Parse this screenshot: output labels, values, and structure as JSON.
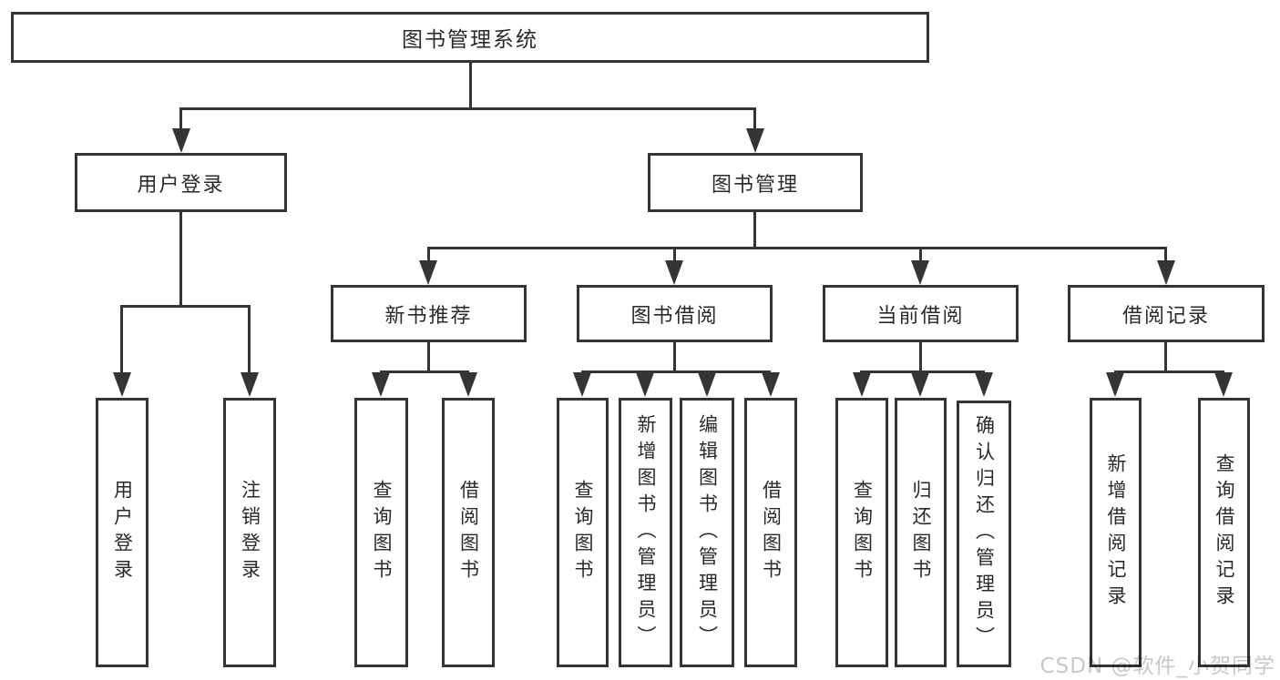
{
  "nodes": {
    "root": "图书管理系统",
    "l2": [
      "用户登录",
      "图书管理"
    ],
    "l3": [
      "新书推荐",
      "图书借阅",
      "当前借阅",
      "借阅记录"
    ],
    "l4_login": [
      "用户登录",
      "注销登录"
    ],
    "l4_recommend": [
      "查询图书",
      "借阅图书"
    ],
    "l4_borrow": [
      "查询图书",
      "新增图书（管理员）",
      "编辑图书（管理员）",
      "借阅图书"
    ],
    "l4_current": [
      "查询图书",
      "归还图书",
      "确认归还（管理员）"
    ],
    "l4_records": [
      "新增借阅记录",
      "查询借阅记录"
    ]
  },
  "watermark": "CSDN @软件_小贺同学",
  "colors": {
    "line": "#343434",
    "text": "#2a2a2a",
    "background": "#ffffff",
    "watermark": "#c8c8c8"
  }
}
